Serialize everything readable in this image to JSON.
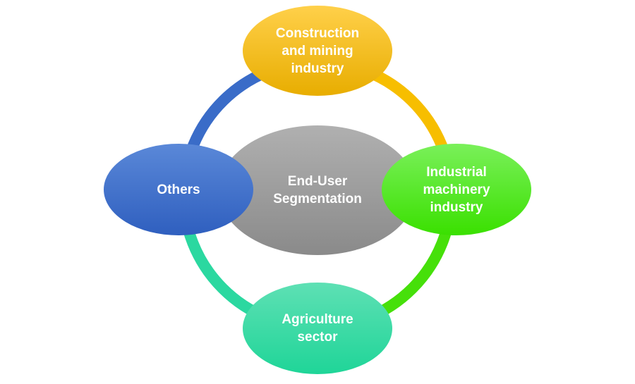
{
  "center": {
    "line1": "End-User",
    "line2": "Segmentation"
  },
  "nodes": [
    {
      "line1": "Construction",
      "line2": "and mining",
      "line3": "industry",
      "color": "#f5b800"
    },
    {
      "line1": "Industrial",
      "line2": "machinery",
      "line3": "industry",
      "color": "#4ae51a"
    },
    {
      "line1": "Agriculture",
      "line2": "sector",
      "color": "#2dd9a0"
    },
    {
      "line1": "Others",
      "color": "#3a6cc8"
    }
  ]
}
